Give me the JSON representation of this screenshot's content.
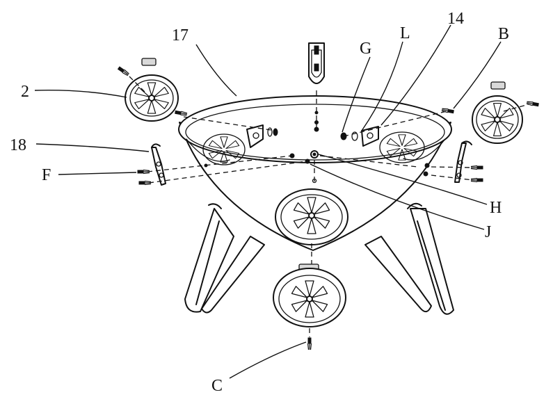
{
  "labels": {
    "part_2": "2",
    "part_17": "17",
    "part_18": "18",
    "part_14": "14",
    "part_G": "G",
    "part_L": "L",
    "part_B": "B",
    "part_F": "F",
    "part_H": "H",
    "part_J": "J",
    "part_C": "C"
  }
}
